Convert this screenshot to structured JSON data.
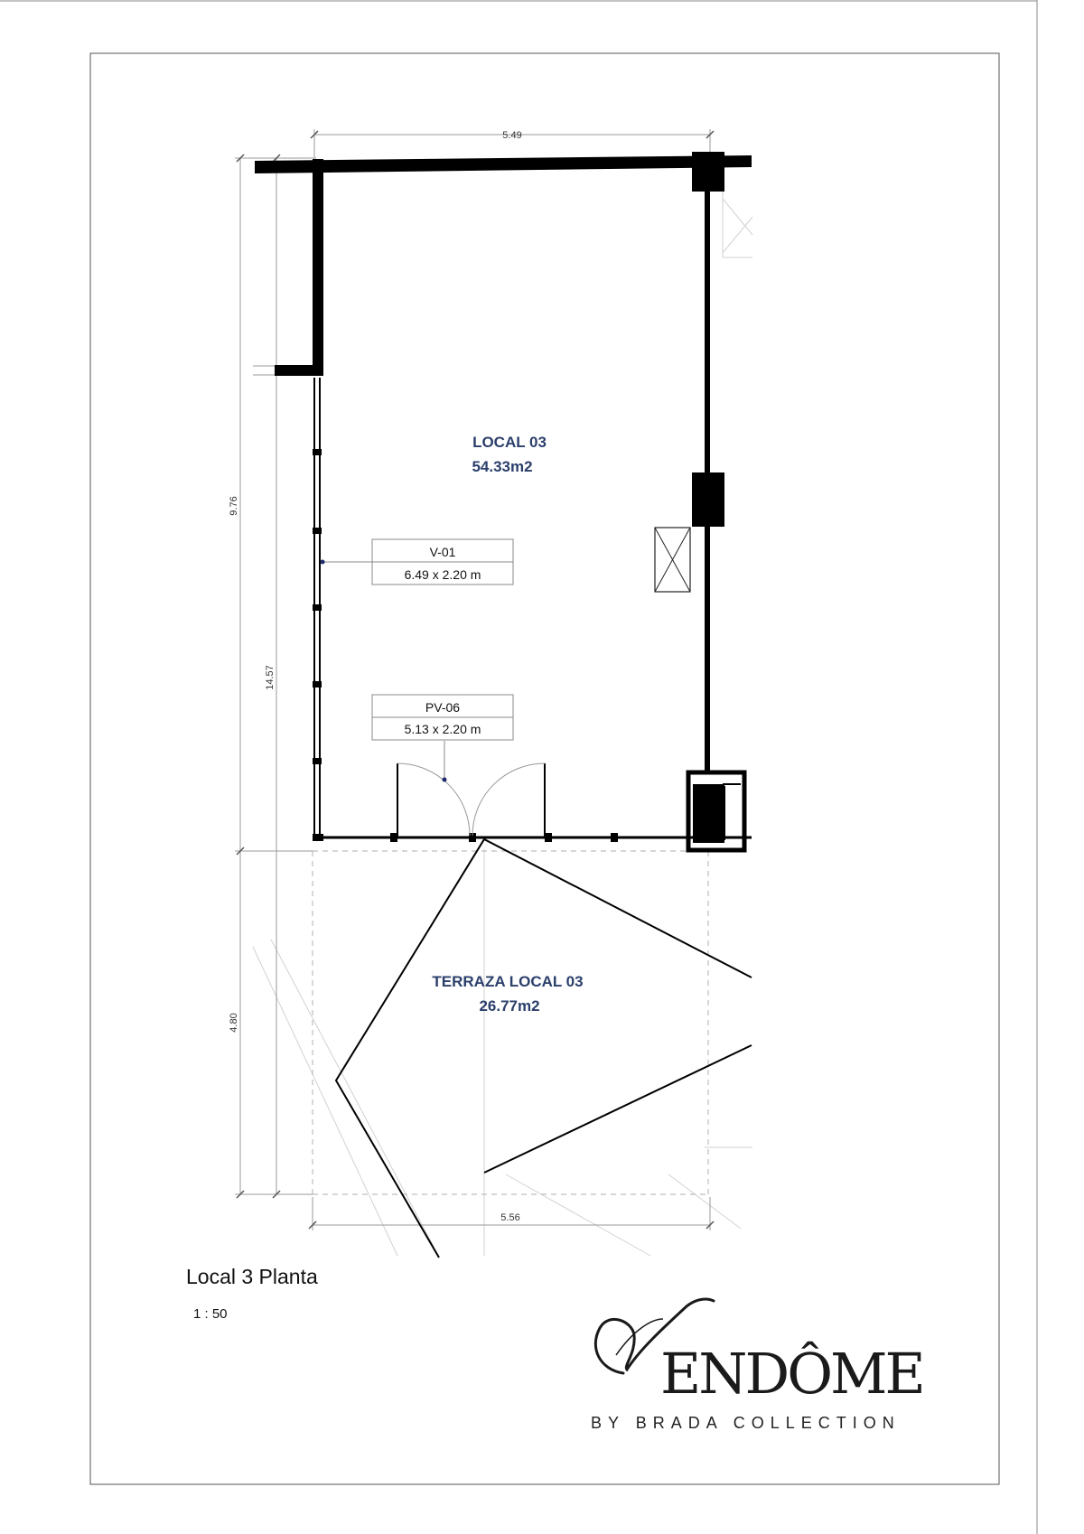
{
  "plan": {
    "rooms": [
      {
        "name": "LOCAL 03",
        "area": "54.33m2"
      },
      {
        "name": "TERRAZA LOCAL 03",
        "area": "26.77m2"
      }
    ],
    "tags": [
      {
        "code": "V-01",
        "size": "6.49 x 2.20 m"
      },
      {
        "code": "PV-06",
        "size": "5.13 x 2.20 m"
      }
    ],
    "dimensions": {
      "top_width": "5.49",
      "bottom_width": "5.56",
      "local_depth": "9.76",
      "total_depth": "14.57",
      "terrace_depth": "4.80"
    }
  },
  "caption": {
    "title": "Local 3 Planta",
    "scale": "1 : 50"
  },
  "brand": {
    "wordmark": "VENDÔME",
    "subtitle": "BY BRADA COLLECTION"
  },
  "colors": {
    "room_label": "#2b3f6b",
    "wall": "#000000"
  }
}
